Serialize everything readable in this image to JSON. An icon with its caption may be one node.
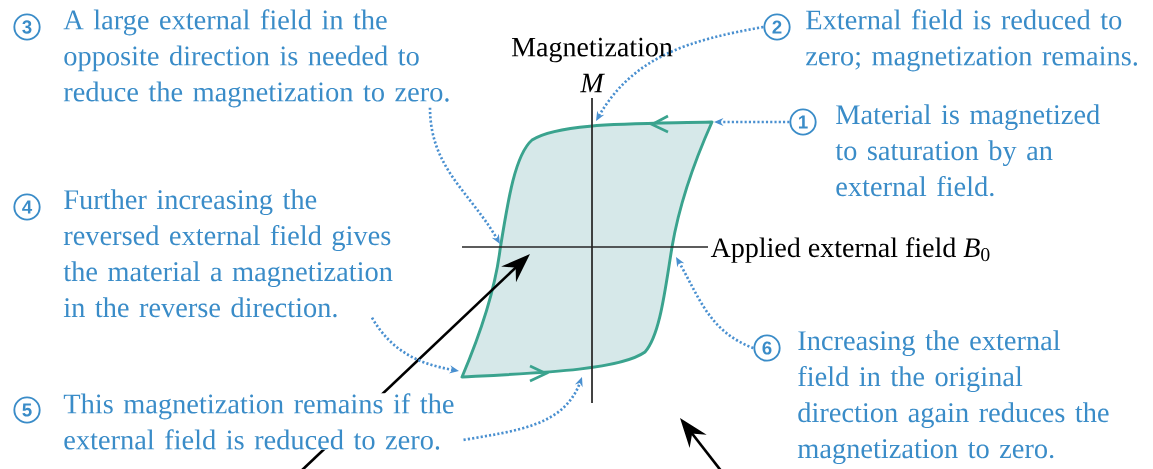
{
  "diagram": {
    "nodes": [
      {
        "text": [
          "1",
          "Material is magnetized to saturation by an external field."
        ]
      },
      {
        "text": [
          "2",
          "External field is reduced to zero; magnetization remains."
        ]
      },
      {
        "text": [
          "3",
          "A large external field in the opposite direction is needed to reduce the magnetization to zero."
        ]
      },
      {
        "text": [
          "4",
          "Further increasing the reversed external field gives the material a magnetization in the reverse direction."
        ]
      },
      {
        "text": [
          "5",
          "This magnetization remains if the external field is reduced to zero."
        ]
      },
      {
        "text": [
          "6",
          "Increasing the external field in the original direction again reduces the magnetization to zero."
        ]
      }
    ],
    "edges": [
      {
        "from": 0,
        "to": null,
        "arrow": "to",
        "style": "dashed"
      },
      {
        "from": 1,
        "to": null,
        "arrow": "to",
        "style": "dashed"
      },
      {
        "from": 2,
        "to": null,
        "arrow": "to",
        "style": "dashed"
      },
      {
        "from": 3,
        "to": null,
        "arrow": "to",
        "style": "dashed"
      },
      {
        "from": 4,
        "to": null,
        "arrow": "to",
        "style": "dashed"
      },
      {
        "from": 5,
        "to": null,
        "arrow": "to",
        "style": "dashed"
      }
    ],
    "labels": [
      "Magnetization",
      "M",
      "Applied external field *B*$_{0}$"
    ]
  }
}
